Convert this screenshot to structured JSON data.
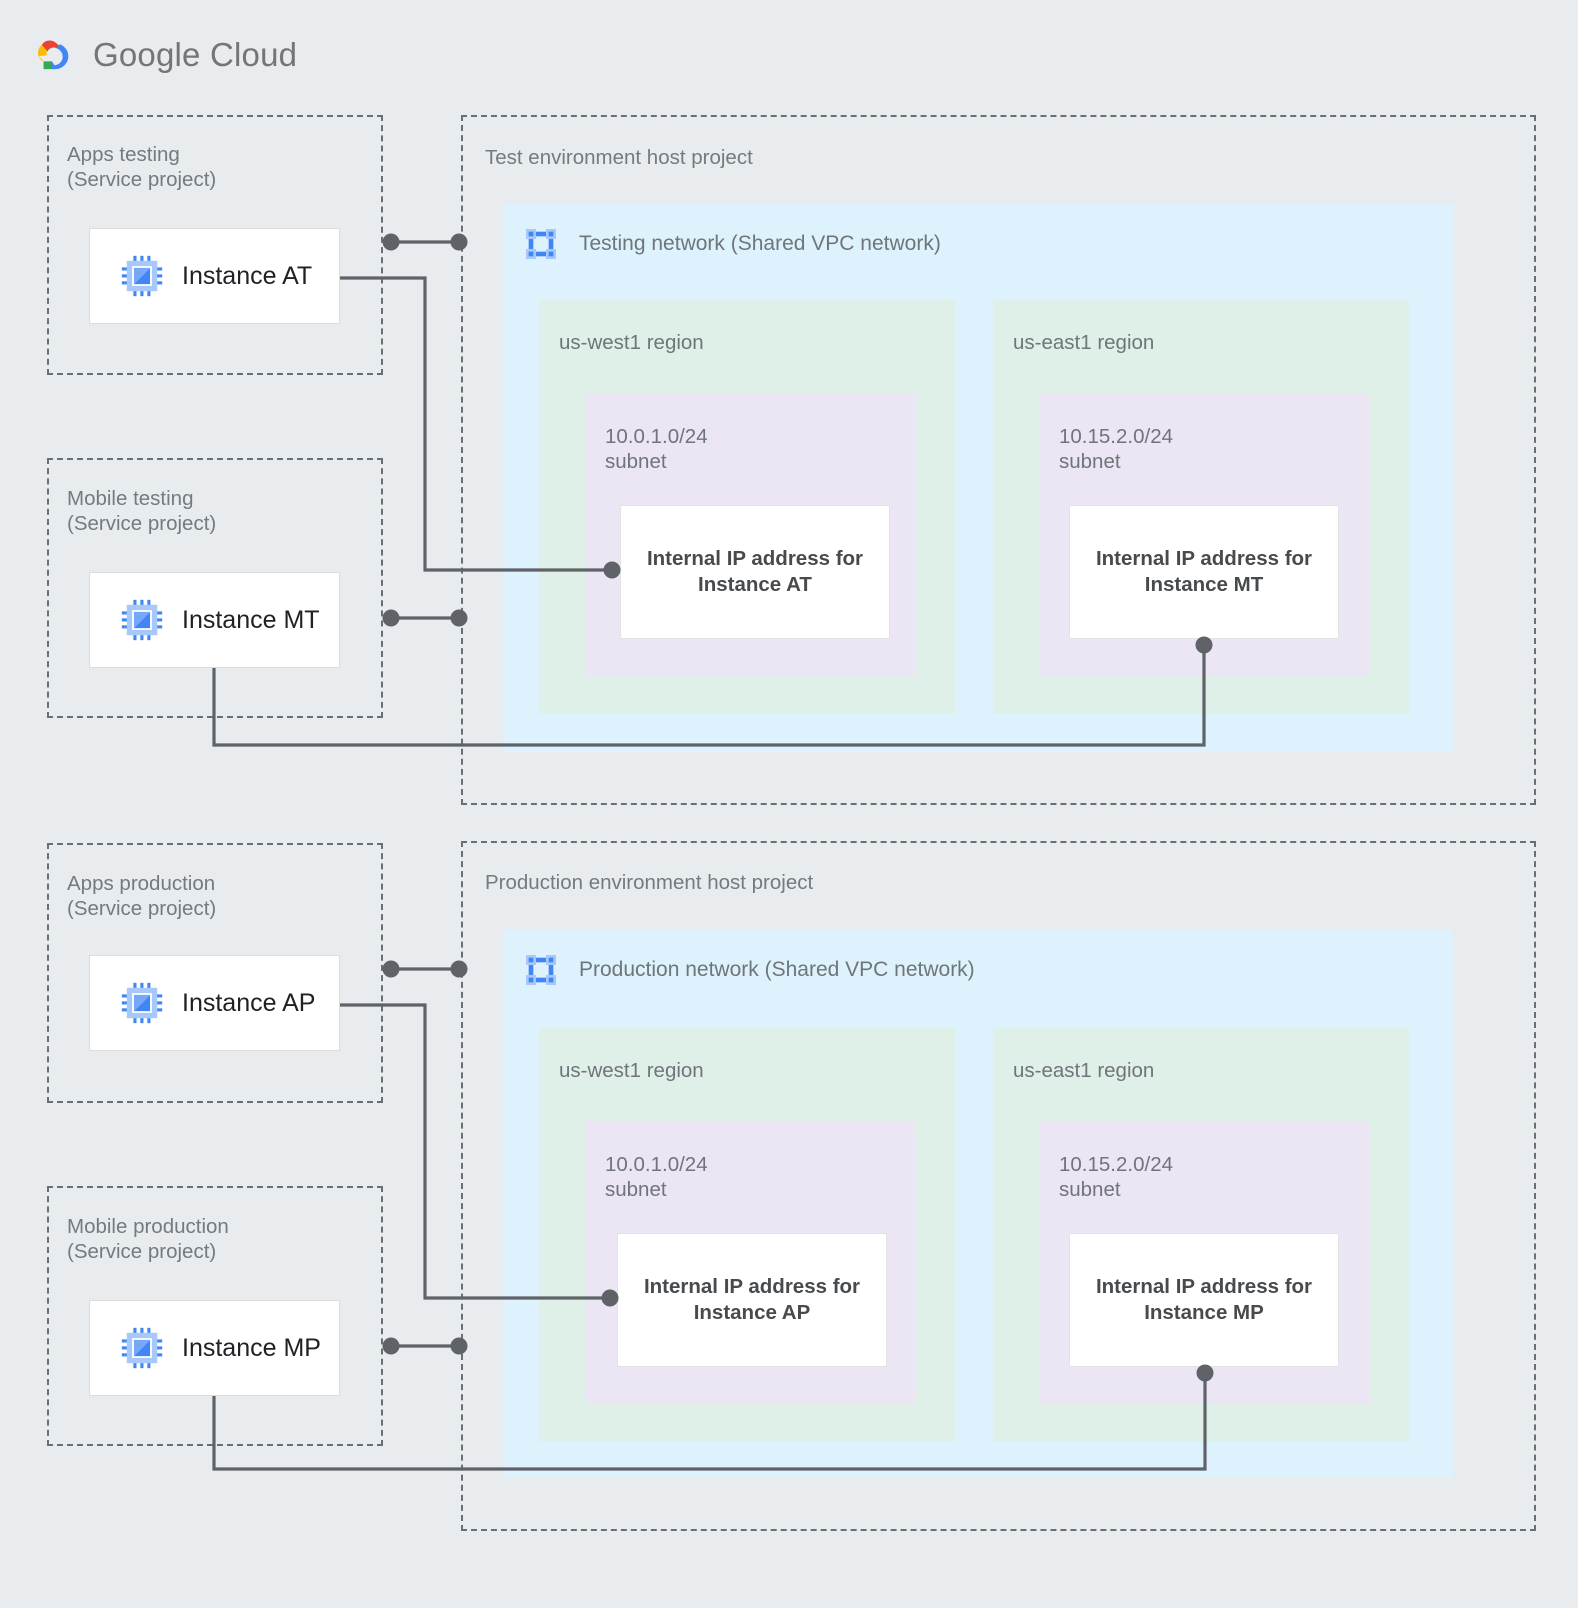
{
  "brand": {
    "logo_icon": "google-cloud-logo-icon",
    "name_bold": "Google",
    "name_light": " Cloud",
    "colors": {
      "red": "#ea4335",
      "yellow": "#fbbc04",
      "green": "#34a853",
      "blue": "#4285f4",
      "text": "#757575"
    }
  },
  "palette": {
    "page_background": "#e8ecee",
    "vpc_panel": "#ddf2fd",
    "region": "#dff0e8",
    "subnet": "#ece5f3",
    "card": "#ffffff",
    "dashed_border": "#6a6f73",
    "connector": "#5f6368",
    "label_text": "#6f7579",
    "instance_icon": "#4285f4"
  },
  "service_projects": [
    {
      "id": "apps-testing",
      "title": "Apps testing\n(Service project)",
      "instance": {
        "label": "Instance AT",
        "icon": "compute-instance-icon"
      }
    },
    {
      "id": "mobile-testing",
      "title": "Mobile testing\n(Service project)",
      "instance": {
        "label": "Instance MT",
        "icon": "compute-instance-icon"
      }
    },
    {
      "id": "apps-production",
      "title": "Apps production\n(Service project)",
      "instance": {
        "label": "Instance AP",
        "icon": "compute-instance-icon"
      }
    },
    {
      "id": "mobile-production",
      "title": "Mobile production\n(Service project)",
      "instance": {
        "label": "Instance MP",
        "icon": "compute-instance-icon"
      }
    }
  ],
  "host_projects": [
    {
      "id": "test-environment",
      "title": "Test environment host project",
      "network": {
        "title": "Testing network (Shared VPC network)",
        "icon": "vpc-network-icon"
      },
      "regions": [
        {
          "id": "test-us-west1",
          "label": "us-west1 region",
          "subnet": {
            "label": "10.0.1.0/24\nsubnet",
            "card": "Internal IP address for\nInstance AT"
          }
        },
        {
          "id": "test-us-east1",
          "label": "us-east1 region",
          "subnet": {
            "label": "10.15.2.0/24\nsubnet",
            "card": "Internal IP address for\nInstance MT"
          }
        }
      ]
    },
    {
      "id": "production-environment",
      "title": "Production environment host project",
      "network": {
        "title": "Production network (Shared VPC network)",
        "icon": "vpc-network-icon"
      },
      "regions": [
        {
          "id": "prod-us-west1",
          "label": "us-west1 region",
          "subnet": {
            "label": "10.0.1.0/24\nsubnet",
            "card": "Internal IP address for\nInstance AP"
          }
        },
        {
          "id": "prod-us-east1",
          "label": "us-east1 region",
          "subnet": {
            "label": "10.15.2.0/24\nsubnet",
            "card": "Internal IP address for\nInstance MP"
          }
        }
      ]
    }
  ]
}
